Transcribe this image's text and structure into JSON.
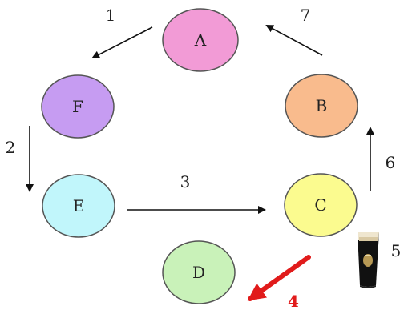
{
  "nodes": {
    "A": {
      "label": "A",
      "fill": "#f29bd6"
    },
    "B": {
      "label": "B",
      "fill": "#f9bb8d"
    },
    "C": {
      "label": "C",
      "fill": "#fbfb8f"
    },
    "D": {
      "label": "D",
      "fill": "#c9f2b9"
    },
    "E": {
      "label": "E",
      "fill": "#c1f6fb"
    },
    "F": {
      "label": "F",
      "fill": "#c69cf2"
    }
  },
  "edges": {
    "e1": {
      "label": "1",
      "from": "A",
      "to": "F"
    },
    "e2": {
      "label": "2",
      "from": "F",
      "to": "E"
    },
    "e3": {
      "label": "3",
      "from": "E",
      "to": "C"
    },
    "e4": {
      "label": "4",
      "from": "C",
      "to": "D",
      "highlight": true,
      "color": "#e11b1b"
    },
    "e5": {
      "label": "5",
      "icon": "beer-pint-icon"
    },
    "e6": {
      "label": "6",
      "from": "C",
      "to": "B"
    },
    "e7": {
      "label": "7",
      "from": "B",
      "to": "A"
    }
  },
  "colors": {
    "outline": "#555555",
    "arrow": "#111111",
    "highlight": "#e11b1b"
  }
}
